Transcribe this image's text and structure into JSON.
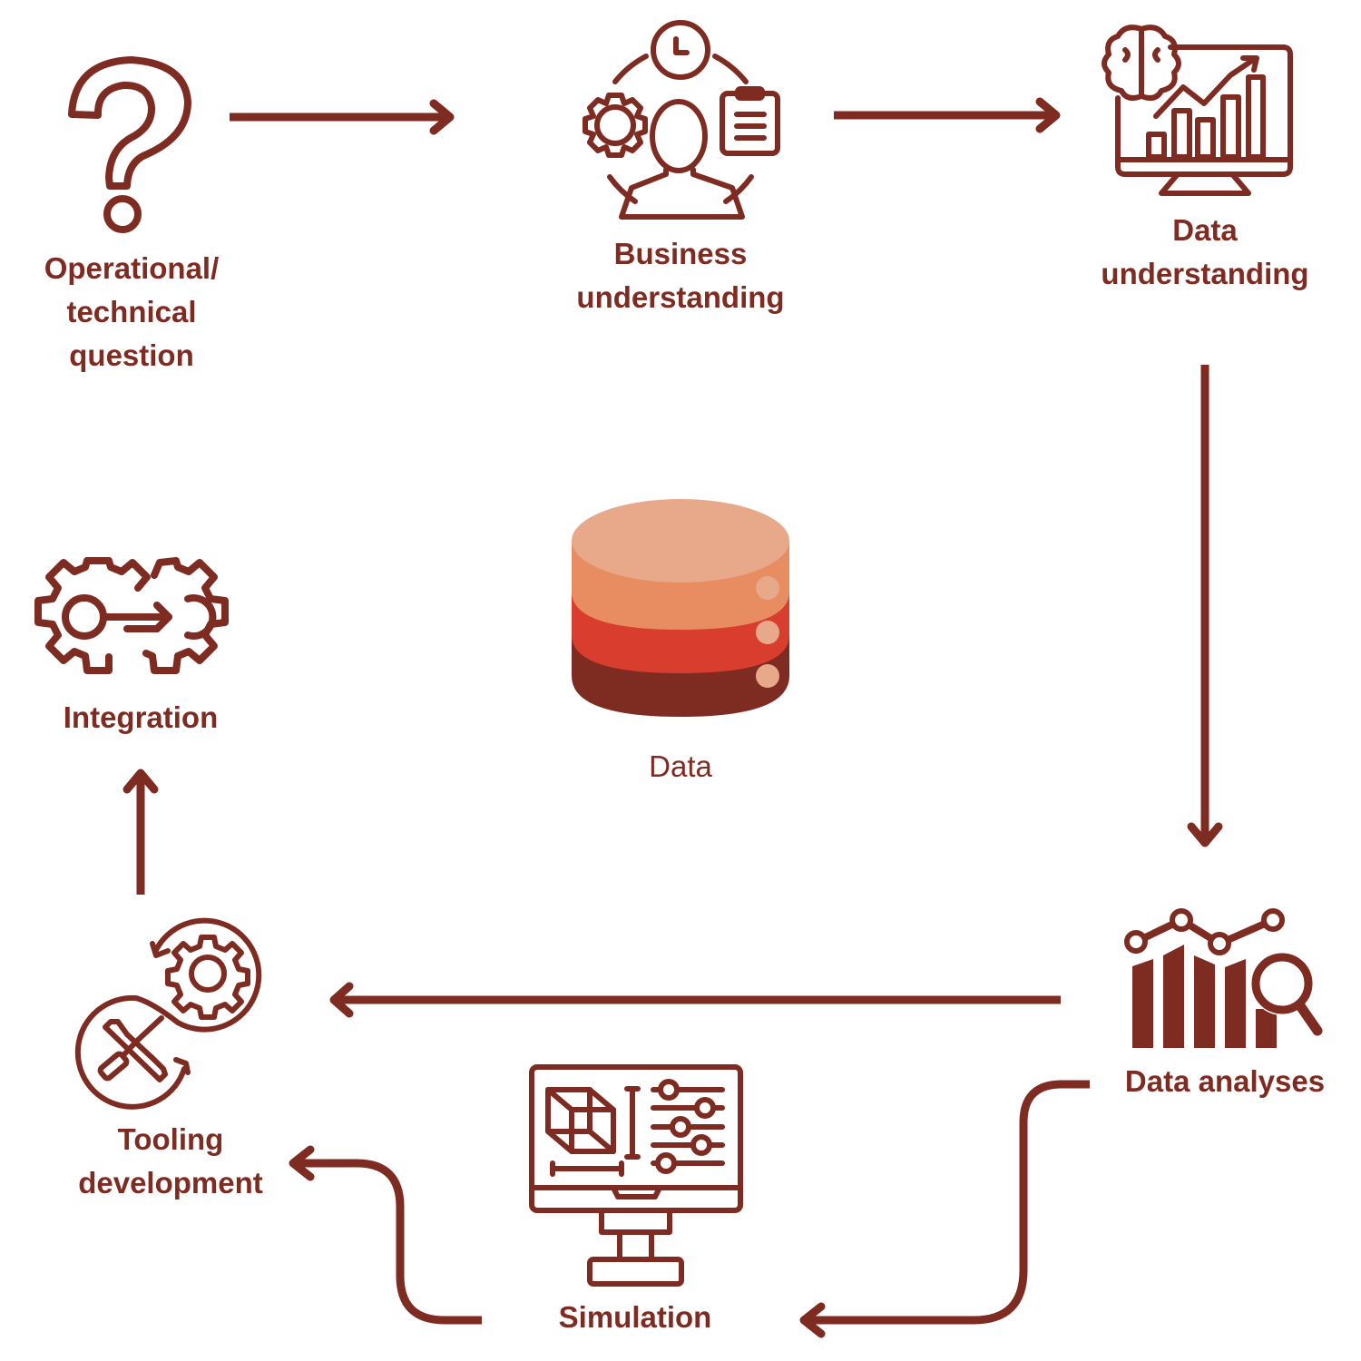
{
  "diagram": {
    "title": "Data-driven workflow cycle",
    "colors": {
      "primary": "#7e2b22",
      "db_top": "#e8a98a",
      "db_layer1": "#e88c62",
      "db_layer2": "#d93d2e",
      "db_layer3": "#7e2b22",
      "db_dot": "#e8a98a"
    },
    "center": {
      "label": "Data",
      "icon": "database-icon"
    },
    "nodes": [
      {
        "id": "question",
        "label": "Operational/\ntechnical\nquestion",
        "icon": "question-mark-icon"
      },
      {
        "id": "business",
        "label": "Business\nunderstanding",
        "icon": "business-person-icon"
      },
      {
        "id": "data_understanding",
        "label": "Data\nunderstanding",
        "icon": "brain-monitor-chart-icon"
      },
      {
        "id": "data_analyses",
        "label": "Data analyses",
        "icon": "bar-chart-magnifier-icon"
      },
      {
        "id": "simulation",
        "label": "Simulation",
        "icon": "monitor-cube-sliders-icon"
      },
      {
        "id": "tooling",
        "label": "Tooling\ndevelopment",
        "icon": "tools-gear-cycle-icon"
      },
      {
        "id": "integration",
        "label": "Integration",
        "icon": "gears-arrow-icon"
      }
    ],
    "edges": [
      {
        "from": "question",
        "to": "business"
      },
      {
        "from": "business",
        "to": "data_understanding"
      },
      {
        "from": "data_understanding",
        "to": "data_analyses"
      },
      {
        "from": "data_analyses",
        "to": "tooling"
      },
      {
        "from": "data_analyses",
        "to": "simulation"
      },
      {
        "from": "simulation",
        "to": "tooling"
      },
      {
        "from": "tooling",
        "to": "integration"
      }
    ]
  }
}
